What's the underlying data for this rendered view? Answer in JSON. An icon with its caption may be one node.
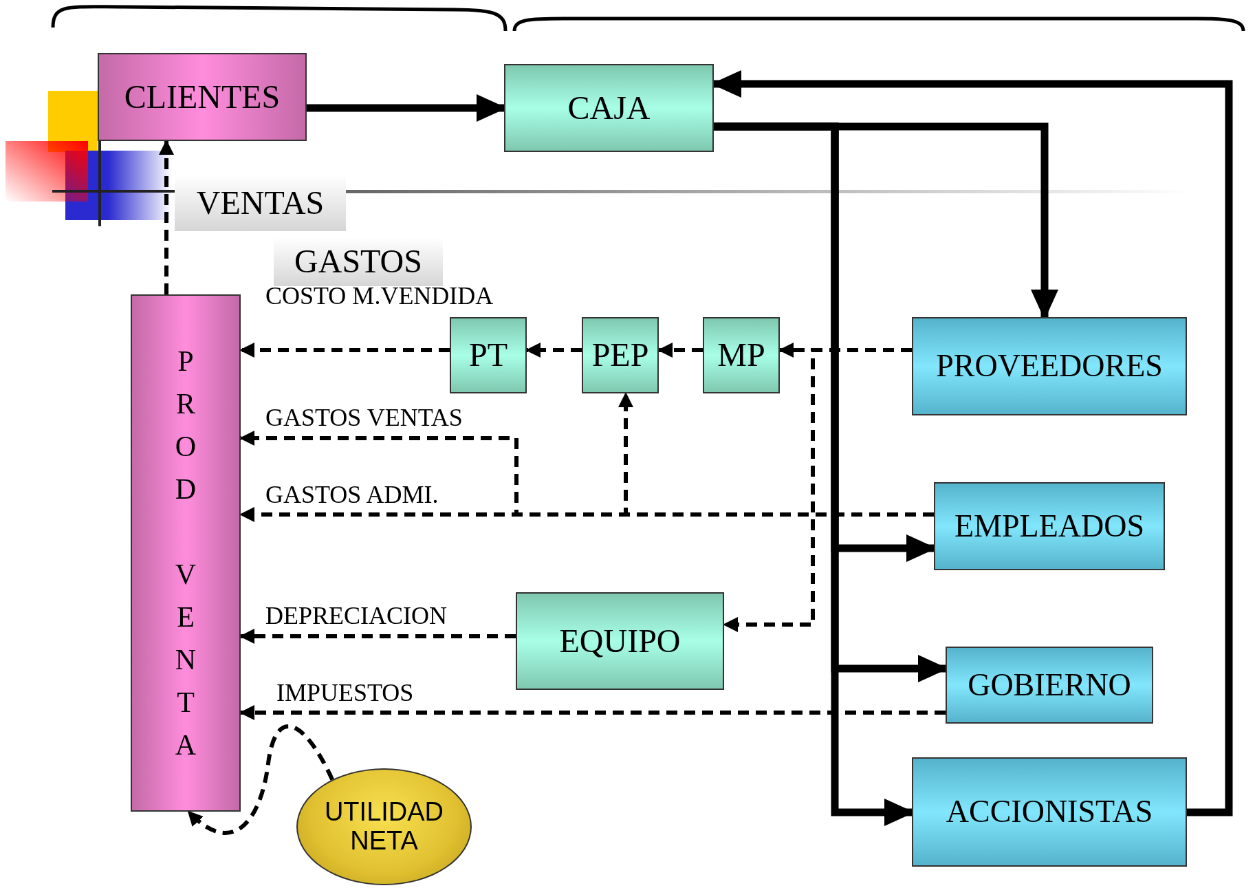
{
  "diagram": {
    "nodes": [
      {
        "text": [
          "CLIENTES"
        ]
      },
      {
        "text": [
          "CAJA"
        ]
      },
      {
        "text": [
          "VENTAS"
        ]
      },
      {
        "text": [
          "GASTOS"
        ]
      },
      {
        "text": [
          "PROD VENTA"
        ]
      },
      {
        "text": [
          "PT"
        ]
      },
      {
        "text": [
          "PEP"
        ]
      },
      {
        "text": [
          "MP"
        ]
      },
      {
        "text": [
          "PROVEEDORES"
        ]
      },
      {
        "text": [
          "EMPLEADOS"
        ]
      },
      {
        "text": [
          "EQUIPO"
        ]
      },
      {
        "text": [
          "GOBIERNO"
        ]
      },
      {
        "text": [
          "ACCIONISTAS"
        ]
      },
      {
        "text": [
          "UTILIDAD NETA"
        ]
      }
    ],
    "edges": [
      {
        "from": 0,
        "to": 1,
        "arrow": "to",
        "style": "thick"
      },
      {
        "from": 1,
        "to": 8,
        "arrow": "to",
        "style": "thick"
      },
      {
        "from": 1,
        "to": 9,
        "arrow": "to",
        "style": "thick"
      },
      {
        "from": 1,
        "to": 11,
        "arrow": "to",
        "style": "thick"
      },
      {
        "from": 1,
        "to": 12,
        "arrow": "to",
        "style": "thick"
      },
      {
        "from": 12,
        "to": 1,
        "arrow": "to",
        "style": "thick"
      },
      {
        "from": 4,
        "to": 0,
        "arrow": "to",
        "style": "dashed"
      },
      {
        "from": 5,
        "to": 4,
        "arrow": "to",
        "style": "dashed",
        "label": "COSTO M.VENDIDA"
      },
      {
        "from": 6,
        "to": 5,
        "arrow": "to",
        "style": "dashed"
      },
      {
        "from": 7,
        "to": 6,
        "arrow": "to",
        "style": "dashed"
      },
      {
        "from": 8,
        "to": 7,
        "arrow": "to",
        "style": "dashed"
      },
      {
        "from": 8,
        "to": 10,
        "arrow": "to",
        "style": "dashed"
      },
      {
        "from": 9,
        "to": 4,
        "arrow": "to",
        "style": "dashed",
        "label": "GASTOS ADMI."
      },
      {
        "from": 9,
        "to": 4,
        "arrow": "to",
        "style": "dashed",
        "label": "GASTOS VENTAS"
      },
      {
        "from": 9,
        "to": 6,
        "arrow": "to",
        "style": "dashed"
      },
      {
        "from": 10,
        "to": 4,
        "arrow": "to",
        "style": "dashed",
        "label": "DEPRECIACION"
      },
      {
        "from": 11,
        "to": 4,
        "arrow": "to",
        "style": "dashed",
        "label": "IMPUESTOS"
      },
      {
        "from": 13,
        "to": 4,
        "arrow": "to",
        "style": "dashed"
      }
    ]
  }
}
